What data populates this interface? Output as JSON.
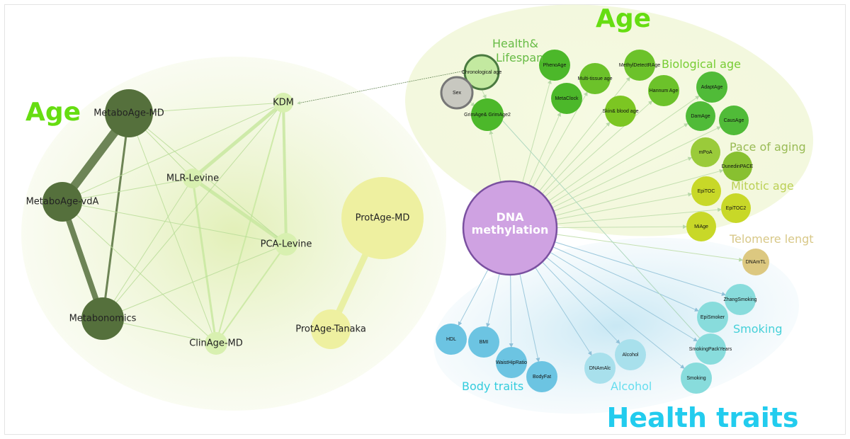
{
  "left_network": {
    "group_label": "Age",
    "nodes": [
      "MetaboAge-MD",
      "MetaboAge-vdA",
      "Metabonomics",
      "KDM",
      "MLR-Levine",
      "PCA-Levine",
      "ClinAge-MD",
      "ProtAge-MD",
      "ProtAge-Tanaka"
    ]
  },
  "right_network": {
    "center": [
      "DNA",
      "methylation"
    ],
    "group_labels": {
      "age": "Age",
      "health_traits": "Health traits"
    },
    "category_labels": {
      "health_lifespan": [
        "Health&",
        "Lifespan"
      ],
      "biological_age": "Biological age",
      "pace_of_aging": "Pace of aging",
      "mitotic_age": "Mitotic age",
      "telomere": "Telomere lengt",
      "smoking": "Smoking",
      "body_traits": "Body traits",
      "alcohol": "Alcohol"
    },
    "nodes": [
      "Chronological age",
      "Sex",
      "GrimAge& GrimAge2",
      "PhenoAge",
      "MetaClock",
      "Multi-tissue age",
      "MethylDetectRAge",
      "Skin& blood age",
      "Hannum Age",
      "AdaptAge",
      "DamAge",
      "CausAge",
      "mPoA",
      "DunedinPACE",
      "EpiTOC",
      "EpiTOC2",
      "MiAge",
      "DNAmTL",
      "ZhangSmoking",
      "EpiSmoker",
      "SmokingPackYears",
      "Smoking",
      "HDL",
      "BMI",
      "WaistHipRatio",
      "BodyFat",
      "DNAmAlc",
      "Alcohol"
    ]
  },
  "colors": {
    "age_label": "#66dd11",
    "health_label": "#22ccee",
    "center": "#cfa2e2"
  }
}
